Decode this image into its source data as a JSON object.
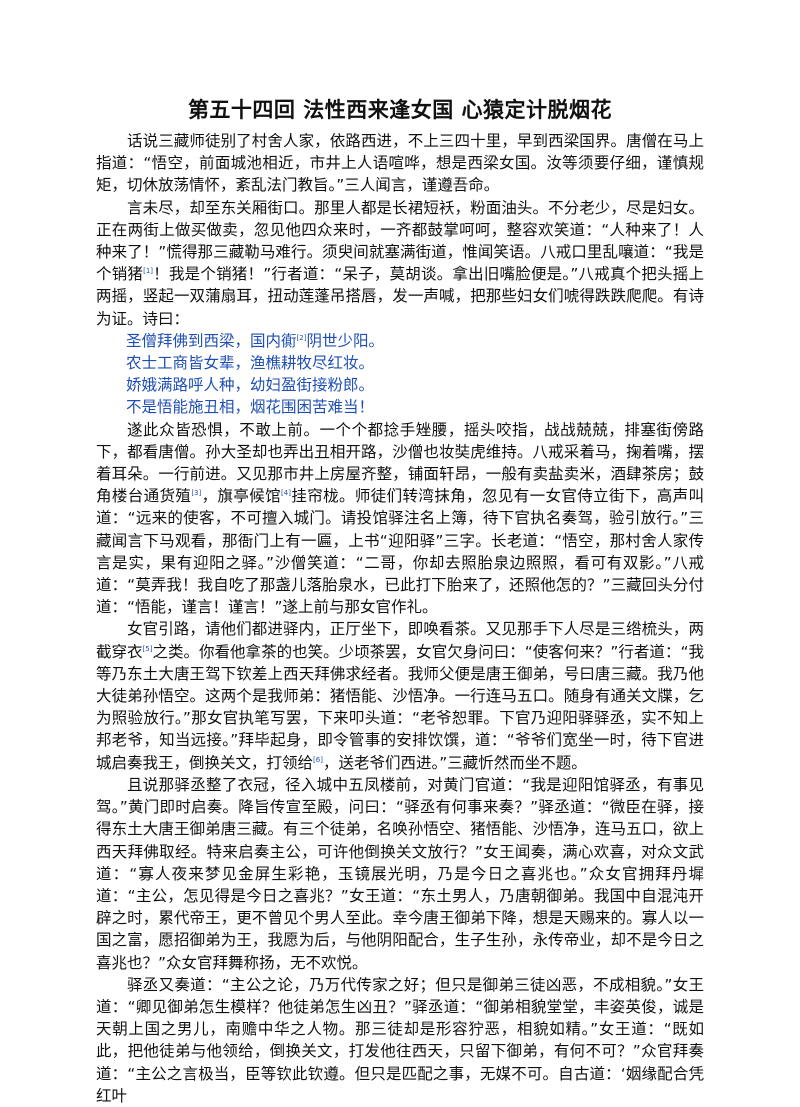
{
  "title": "第五十四回 法性西来逢女国 心猿定计脱烟花",
  "paragraphs": {
    "p1": "话说三藏师徒别了村舍人家，依路西进，不上三四十里，早到西梁国界。唐僧在马上指道：“悟空，前面城池相近，市井上人语喧哗，想是西梁女国。汝等须要仔细，谨慎规矩，切休放荡情怀，紊乱法门教旨。”三人闻言，谨遵吾命。",
    "p2a": "言未尽，却至东关厢街口。那里人都是长裙短袄，粉面油头。不分老少，尽是妇女。正在两街上做买做卖，忽见他四众来时，一齐都鼓掌呵呵，整容欢笑道：“人种来了！人种来了！”慌得那三藏勒马难行。须臾间就塞满街道，惟闻笑语。八戒口里乱嚷道：“我是个销猪",
    "p2b": "！我是个销猪！”行者道：“呆子，莫胡谈。拿出旧嘴脸便是。”八戒真个把头摇上两摇，竖起一双蒲扇耳，扭动莲蓬吊搭唇，发一声喊，把那些妇女们唬得跌跌爬爬。有诗为证。诗曰：",
    "p3a": "遂此众皆恐惧，不敢上前。一个个都捻手矬腰，摇头咬指，战战兢兢，排塞街傍路下，都看唐僧。孙大圣却也弄出丑相开路，沙僧也妆",
    "p3b": "虎维持。八戒采着马，掬着嘴，摆着耳朵。一行前进。又见那市井上房屋齐整，铺面轩昂，一般有卖盐卖米，酒肆茶房；鼓角楼台通货殖",
    "p3c": "，旗亭候馆",
    "p3d": "挂帘栊。师徒们转湾抹角，忽见有一女官侍立街下，高声叫道：“远来的使客，不可擅入城门。请投馆驿注名上簿，待下官执名奏驾，验引放行。”三藏闻言下马观看，那衙门上有一匾，上书“迎阳驿”三字。长老道：“悟空，那村舍人家传言是实，果有迎阳之驿。”沙僧笑道：“二哥，你却去照胎泉边照照，看可有双影。”八戒道：“莫弄我！我自吃了那盏儿落胎泉水，已此打下胎来了，还照他怎的？”三藏回头分付道：“悟能，谨言！谨言！”遂上前与那女官作礼。",
    "p4a": "女官引路，请他们都进驿内，正厅坐下，即唤看茶。又见那手下人尽是三绺梳头，两截穿衣",
    "p4b": "之类。你看他拿茶的也笑。少顷茶罢，女官欠身问曰：“使客何来？”行者道：“我等乃东土大唐王驾下钦差上西天拜佛求经者。我师父便是唐王御弟，号曰唐三藏。我乃他大徒弟孙悟空。这两个是我师弟：猪悟能、沙悟净。一行连马五口。随身有通关文牒，乞为照验放行。”那女官执笔写罢，下来叩头道：“老爷恕罪。下官乃迎阳驿驿丞，实不知上邦老爷，知当远接。”拜毕起身，即令管事的安排饮馔，道：“爷爷们宽坐一时，待下官进城启奏我王，倒换关文，打领给",
    "p4c": "，送老爷们西进。”三藏忻然而坐不题。",
    "p5": "且说那驿丞整了衣冠，径入城中五凤楼前，对黄门官道：“我是迎阳馆驿丞，有事见驾。”黄门即时启奏。降旨传宣至殿，问曰：“驿丞有何事来奏？”驿丞道：“微臣在驿，接得东土大唐王御弟唐三藏。有三个徒弟，名唤孙悟空、猪悟能、沙悟净，连马五口，欲上西天拜佛取经。特来启奏主公，可许他倒换关文放行？”女王闻奏，满心欢喜，对众文武道：“寡人夜来梦见金屏生彩艳，玉镜展光明，乃是今日之喜兆也。”众女官拥拜丹墀道：“主公，怎见得是今日之喜兆？”女王道：“东土男人，乃唐朝御弟。我国中自混沌开辟之时，累代帝王，更不曾见个男人至此。幸今唐王御弟下降，想是天赐来的。寡人以一国之富，愿招御弟为王，我愿为后，与他阴阳配合，生子生孙，永传帝业，却不是今日之喜兆也？”众女官拜舞称扬，无不欢悦。",
    "p6": "驿丞又奏道：“主公之论，乃万代传家之好；但只是御弟三徒凶恶，不成相貌。”女王道：“卿见御弟怎生模样？他徒弟怎生凶丑？”驿丞道：“御弟相貌堂堂，丰姿英俊，诚是天朝上国之男儿，南赡中华之人物。那三徒却是形容狞恶，相貌如精。”女王道：“既如此，把他徒弟与他领给，倒换关文，打发他往西天，只留下御弟，有何不可？”众官拜奏道：“主公之言极当，臣等钦此钦遵。但只是匹配之事，无媒不可。自古道：‘姻缘配合凭红叶"
  },
  "poem": [
    "圣僧拜佛到西梁，国内衠",
    "阴世少阳。",
    "农士工商皆女辈，渔樵耕牧尽红妆。",
    "娇娥满路呼人种，幼妇盈街接粉郎。",
    "不是悟能施丑相，烟花围困苦难当！"
  ],
  "footnotes": [
    "[1]",
    "[2]",
    "[3]",
    "[4]",
    "[5]",
    "[6]"
  ],
  "glyph": "奘",
  "colors": {
    "text": "#111111",
    "poem": "#1f4fb5"
  }
}
